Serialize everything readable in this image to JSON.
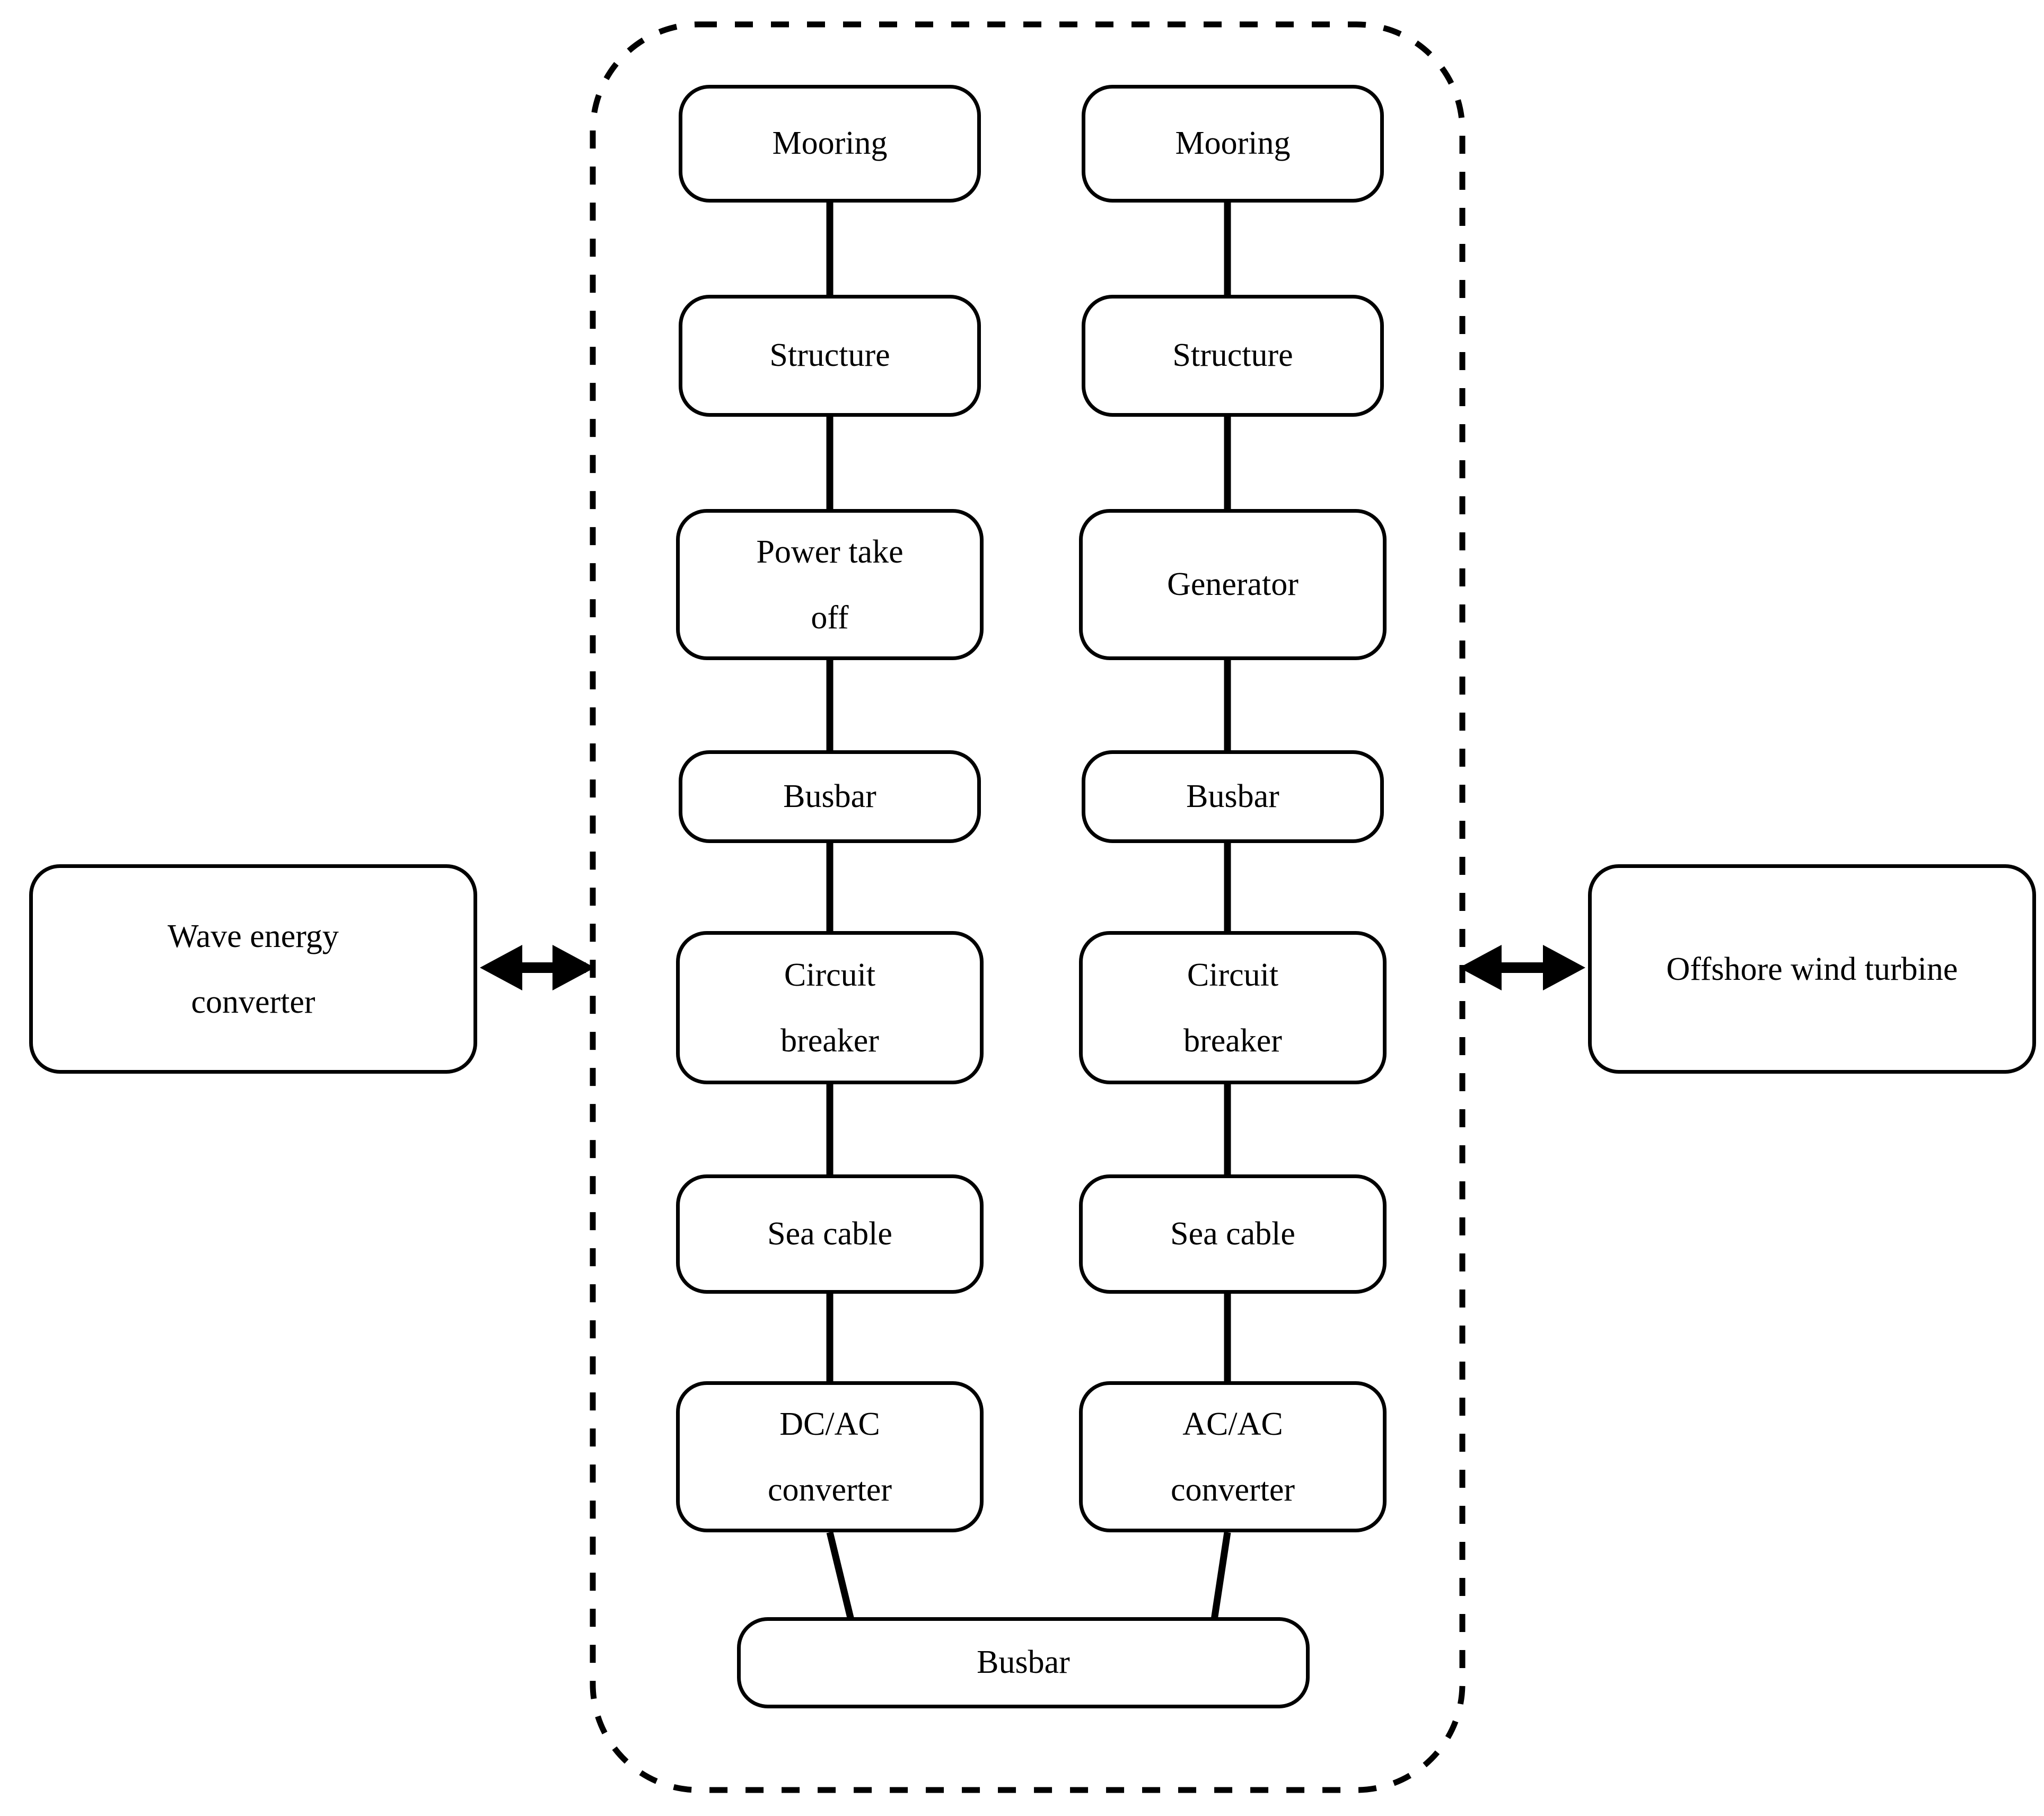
{
  "diagram": {
    "title_text": "",
    "colors": {
      "line": "#000000",
      "box_fill": "#ffffff",
      "text": "#000000"
    },
    "boundary": {
      "name": "shared-platform-boundary",
      "style": "dashed-rounded-rectangle"
    },
    "left_external": {
      "label_lines": [
        "Wave energy",
        "converter"
      ],
      "full_label": "Wave energy converter"
    },
    "right_external": {
      "label_lines": [
        "Offshore wind turbine"
      ],
      "full_label": "Offshore wind turbine"
    },
    "columns": [
      {
        "id": "wec-chain",
        "nodes": [
          {
            "id": "wec-mooring",
            "lines": [
              "Mooring"
            ]
          },
          {
            "id": "wec-structure",
            "lines": [
              "Structure"
            ]
          },
          {
            "id": "wec-pto",
            "lines": [
              "Power take",
              "off"
            ]
          },
          {
            "id": "wec-busbar",
            "lines": [
              "Busbar"
            ]
          },
          {
            "id": "wec-breaker",
            "lines": [
              "Circuit",
              "breaker"
            ]
          },
          {
            "id": "wec-seacable",
            "lines": [
              "Sea cable"
            ]
          },
          {
            "id": "wec-converter",
            "lines": [
              "DC/AC",
              "converter"
            ]
          }
        ]
      },
      {
        "id": "owt-chain",
        "nodes": [
          {
            "id": "owt-mooring",
            "lines": [
              "Mooring"
            ]
          },
          {
            "id": "owt-structure",
            "lines": [
              "Structure"
            ]
          },
          {
            "id": "owt-generator",
            "lines": [
              "Generator"
            ]
          },
          {
            "id": "owt-busbar",
            "lines": [
              "Busbar"
            ]
          },
          {
            "id": "owt-breaker",
            "lines": [
              "Circuit",
              "breaker"
            ]
          },
          {
            "id": "owt-seacable",
            "lines": [
              "Sea cable"
            ]
          },
          {
            "id": "owt-converter",
            "lines": [
              "AC/AC",
              "converter"
            ]
          }
        ]
      }
    ],
    "shared_node": {
      "id": "shared-busbar",
      "lines": [
        "Busbar"
      ]
    },
    "arrows": [
      {
        "id": "left-link-arrow",
        "type": "double-headed-horizontal"
      },
      {
        "id": "right-link-arrow",
        "type": "double-headed-horizontal"
      }
    ]
  }
}
